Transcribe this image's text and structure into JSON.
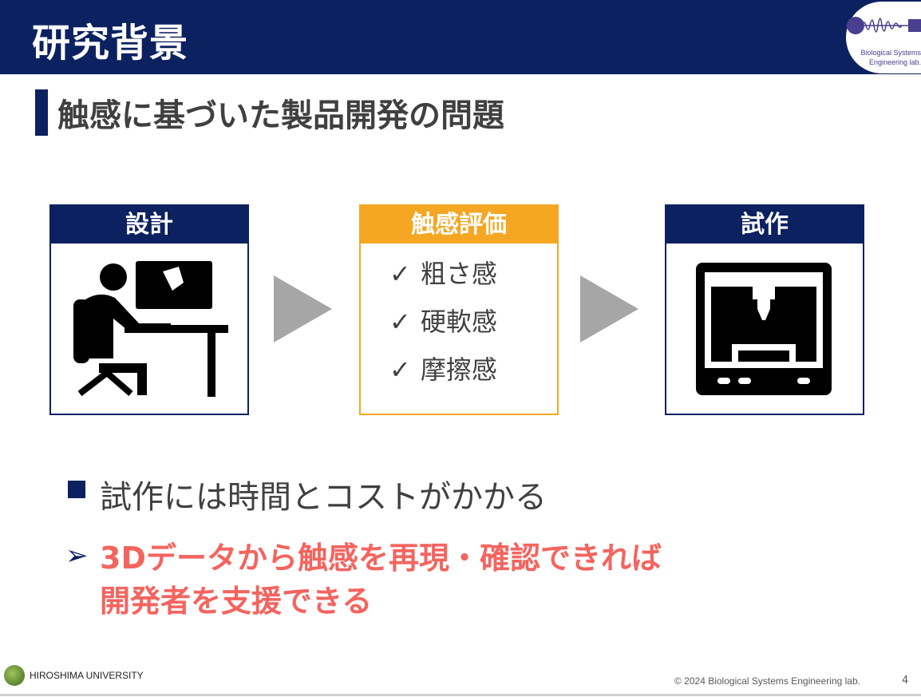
{
  "header": {
    "title": "研究背景",
    "logo_text_1": "Biological Systems",
    "logo_text_2": "Engineering lab."
  },
  "subtitle": "触感に基づいた製品開発の問題",
  "flow": [
    {
      "label": "設計"
    },
    {
      "label": "触感評価",
      "items": [
        "粗さ感",
        "硬軟感",
        "摩擦感"
      ]
    },
    {
      "label": "試作"
    }
  ],
  "check_glyph": "✓",
  "bullets": {
    "main": "試作には時間とコストがかかる",
    "arrow": "➢",
    "highlight_1": "3Dデータから触感を再現・確認できれば",
    "highlight_2": "開発者を支援できる"
  },
  "footer": {
    "university": "HIROSHIMA UNIVERSITY",
    "copyright": "© 2024 Biological Systems Engineering lab.",
    "page": "4"
  },
  "colors": {
    "navy": "#0c2160",
    "orange": "#f5a623",
    "red": "#f4645f"
  }
}
